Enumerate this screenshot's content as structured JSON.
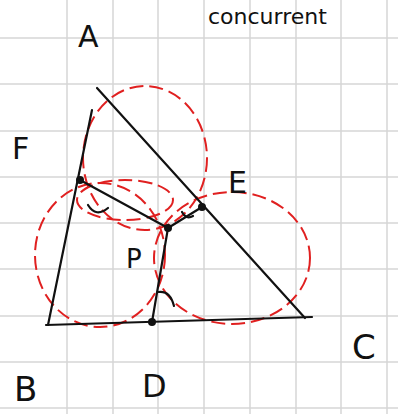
{
  "diagram": {
    "labels": [
      "concurrent",
      "A",
      "F",
      "E",
      "P",
      "B",
      "D",
      "C"
    ]
  }
}
